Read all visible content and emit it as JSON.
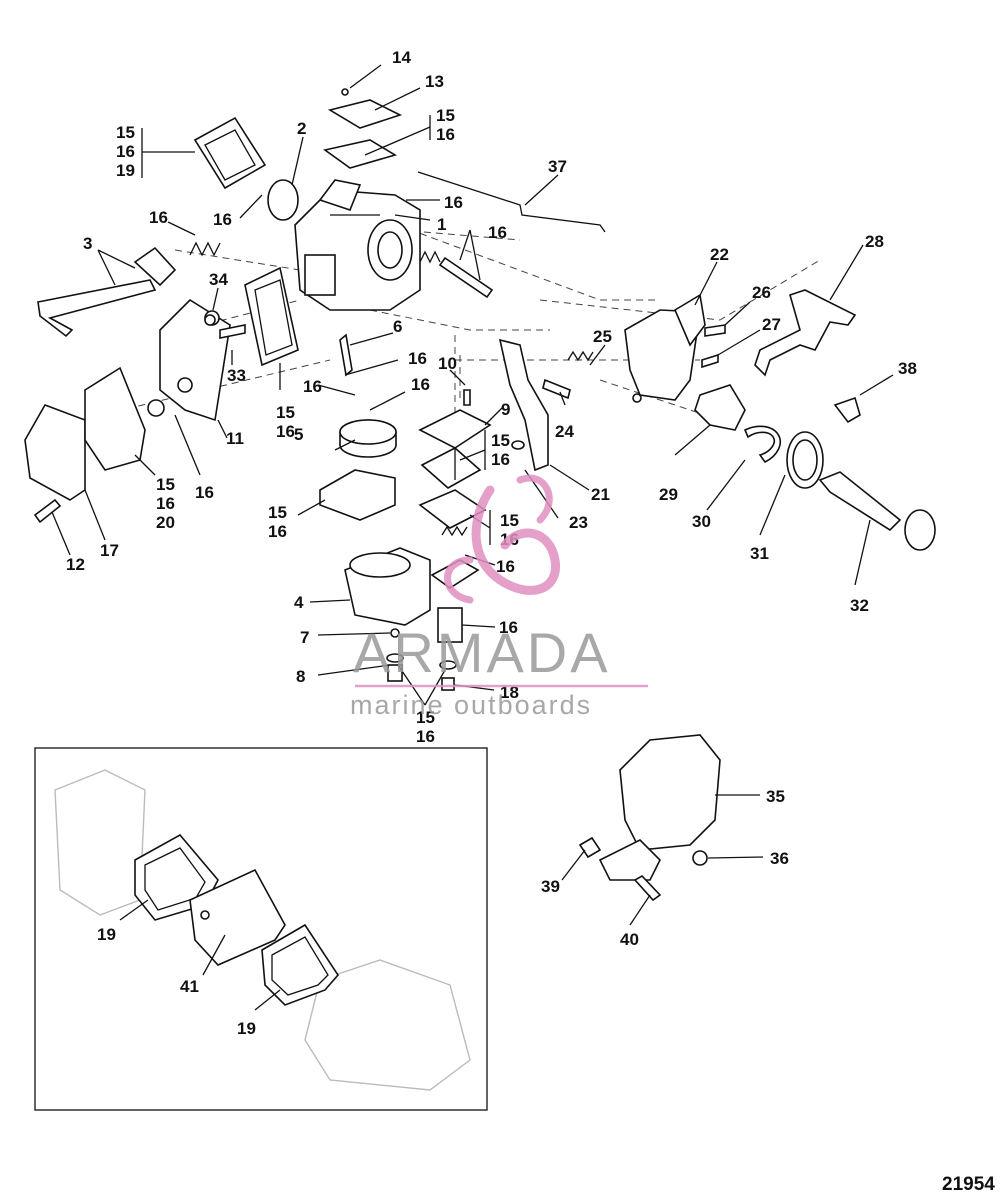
{
  "figure_number": "21954",
  "watermark": {
    "brand": "ARMADA",
    "tagline": "marine outboards",
    "colors": {
      "logo_pink": "#e090c0",
      "text_gray": "#9a9a9a"
    }
  },
  "callouts": [
    {
      "id": "c14",
      "text": "14"
    },
    {
      "id": "c13",
      "text": "13"
    },
    {
      "id": "c15a",
      "text": "15"
    },
    {
      "id": "c16a",
      "text": "16"
    },
    {
      "id": "c19a",
      "text": "19"
    },
    {
      "id": "c2",
      "text": "2"
    },
    {
      "id": "c15b",
      "text": "15"
    },
    {
      "id": "c16b",
      "text": "16"
    },
    {
      "id": "c37",
      "text": "37"
    },
    {
      "id": "c16c",
      "text": "16"
    },
    {
      "id": "c16d",
      "text": "16"
    },
    {
      "id": "c1",
      "text": "1"
    },
    {
      "id": "c16e",
      "text": "16"
    },
    {
      "id": "c16f",
      "text": "16"
    },
    {
      "id": "c3",
      "text": "3"
    },
    {
      "id": "c22",
      "text": "22"
    },
    {
      "id": "c28",
      "text": "28"
    },
    {
      "id": "c26",
      "text": "26"
    },
    {
      "id": "c27",
      "text": "27"
    },
    {
      "id": "c34",
      "text": "34"
    },
    {
      "id": "c6",
      "text": "6"
    },
    {
      "id": "c25",
      "text": "25"
    },
    {
      "id": "c33",
      "text": "33"
    },
    {
      "id": "c16g",
      "text": "16"
    },
    {
      "id": "c10",
      "text": "10"
    },
    {
      "id": "c38",
      "text": "38"
    },
    {
      "id": "c16h",
      "text": "16"
    },
    {
      "id": "c16i",
      "text": "16"
    },
    {
      "id": "c24",
      "text": "24"
    },
    {
      "id": "c15c",
      "text": "15"
    },
    {
      "id": "c16j",
      "text": "16"
    },
    {
      "id": "c9",
      "text": "9"
    },
    {
      "id": "c15d",
      "text": "15"
    },
    {
      "id": "c16k",
      "text": "16"
    },
    {
      "id": "c11",
      "text": "11"
    },
    {
      "id": "c5",
      "text": "5"
    },
    {
      "id": "c16l",
      "text": "16"
    },
    {
      "id": "c29",
      "text": "29"
    },
    {
      "id": "c21",
      "text": "21"
    },
    {
      "id": "c15e",
      "text": "15"
    },
    {
      "id": "c16m",
      "text": "16"
    },
    {
      "id": "c20",
      "text": "20"
    },
    {
      "id": "c15f",
      "text": "15"
    },
    {
      "id": "c16n",
      "text": "16"
    },
    {
      "id": "c23",
      "text": "23"
    },
    {
      "id": "c15g",
      "text": "15"
    },
    {
      "id": "c16o",
      "text": "16"
    },
    {
      "id": "c30",
      "text": "30"
    },
    {
      "id": "c31",
      "text": "31"
    },
    {
      "id": "c17",
      "text": "17"
    },
    {
      "id": "c12",
      "text": "12"
    },
    {
      "id": "c16p",
      "text": "16"
    },
    {
      "id": "c32",
      "text": "32"
    },
    {
      "id": "c4",
      "text": "4"
    },
    {
      "id": "c16q",
      "text": "16"
    },
    {
      "id": "c7",
      "text": "7"
    },
    {
      "id": "c8",
      "text": "8"
    },
    {
      "id": "c18",
      "text": "18"
    },
    {
      "id": "c15h",
      "text": "15"
    },
    {
      "id": "c16r",
      "text": "16"
    },
    {
      "id": "c35",
      "text": "35"
    },
    {
      "id": "c36",
      "text": "36"
    },
    {
      "id": "c39",
      "text": "39"
    },
    {
      "id": "c40",
      "text": "40"
    },
    {
      "id": "c19b",
      "text": "19"
    },
    {
      "id": "c41",
      "text": "41"
    },
    {
      "id": "c19c",
      "text": "19"
    }
  ]
}
